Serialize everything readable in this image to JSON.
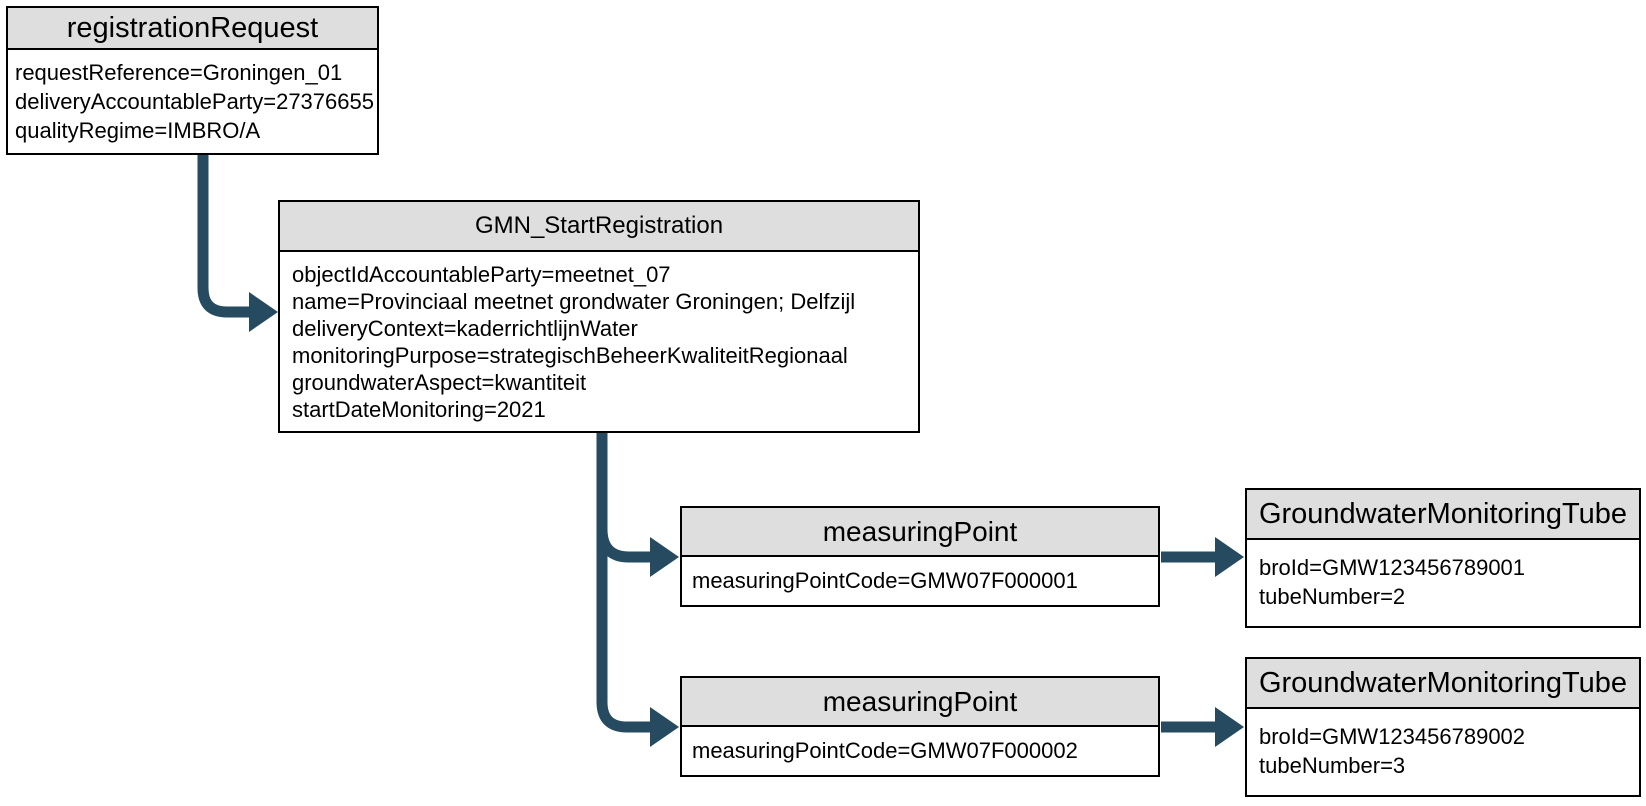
{
  "diagram": {
    "boxes": {
      "registration_request": {
        "title": "registrationRequest",
        "fields": [
          "requestReference=Groningen_01",
          "deliveryAccountableParty=27376655",
          "qualityRegime=IMBRO/A"
        ]
      },
      "gmn_start_registration": {
        "title": "GMN_StartRegistration",
        "fields": [
          "objectIdAccountableParty=meetnet_07",
          "name=Provinciaal meetnet grondwater Groningen; Delfzijl",
          "deliveryContext=kaderrichtlijnWater",
          "monitoringPurpose=strategischBeheerKwaliteitRegionaal",
          "groundwaterAspect=kwantiteit",
          "startDateMonitoring=2021"
        ]
      },
      "measuring_point_1": {
        "title": "measuringPoint",
        "fields": [
          "measuringPointCode=GMW07F000001"
        ]
      },
      "groundwater_monitoring_tube_1": {
        "title": "GroundwaterMonitoringTube",
        "fields": [
          "broId=GMW123456789001",
          "tubeNumber=2"
        ]
      },
      "measuring_point_2": {
        "title": "measuringPoint",
        "fields": [
          "measuringPointCode=GMW07F000002"
        ]
      },
      "groundwater_monitoring_tube_2": {
        "title": "GroundwaterMonitoringTube",
        "fields": [
          "broId=GMW123456789002",
          "tubeNumber=3"
        ]
      }
    },
    "colors": {
      "arrow": "#264A60",
      "header_bg": "#DEDEDE",
      "box_border": "#000000",
      "text": "#000000",
      "canvas_bg": "#FFFFFF"
    }
  }
}
